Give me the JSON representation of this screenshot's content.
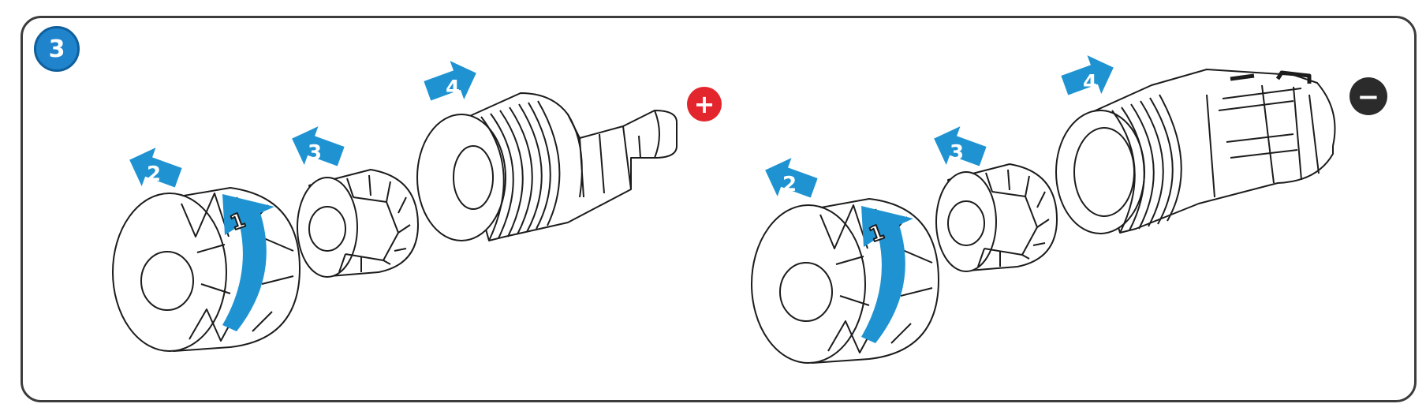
{
  "step_badge": "3",
  "colors": {
    "accent_blue": "#1f93d2",
    "badge_blue": "#1f84cc",
    "positive_red": "#e3262e",
    "negative_dark": "#2b2b2b",
    "line": "#1c1c1c"
  },
  "assemblies": [
    {
      "polarity_symbol": "+",
      "arrow_labels": {
        "rotate": "1",
        "cap": "2",
        "seal": "3",
        "body": "4"
      }
    },
    {
      "polarity_symbol": "−",
      "arrow_labels": {
        "rotate": "1",
        "cap": "2",
        "seal": "3",
        "body": "4"
      }
    }
  ]
}
